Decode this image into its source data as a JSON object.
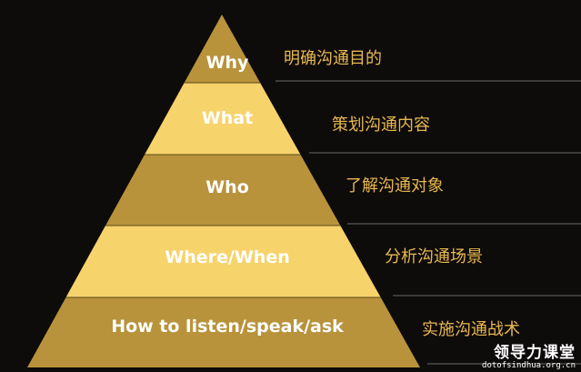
{
  "colors": {
    "background": "#0e0b0b",
    "dark_gold": "#b8933b",
    "light_gold": "#f7d36c",
    "caption_text": "#e8b84f",
    "divider_line": "#6b6b6b"
  },
  "layers": [
    {
      "label": "Why",
      "caption": "明确沟通目的",
      "shade": "dark_gold"
    },
    {
      "label": "What",
      "caption": "策划沟通内容",
      "shade": "light_gold"
    },
    {
      "label": "Who",
      "caption": "了解沟通对象",
      "shade": "dark_gold"
    },
    {
      "label": "Where/When",
      "caption": "分析沟通场景",
      "shade": "light_gold"
    },
    {
      "label": "How to listen/speak/ask",
      "caption": "实施沟通战术",
      "shade": "dark_gold"
    }
  ],
  "watermark": {
    "title": "领导力课堂",
    "url": "dotofsindhua.org.cn"
  }
}
